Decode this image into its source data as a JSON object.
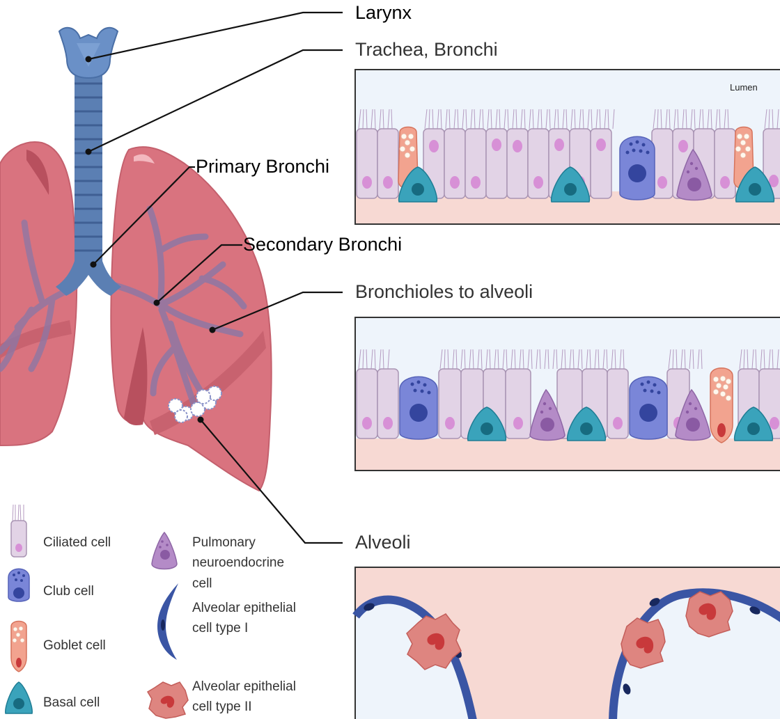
{
  "anatomy_labels": {
    "larynx": "Larynx",
    "trachea_bronchi": "Trachea, Bronchi",
    "primary_bronchi": "Primary Bronchi",
    "secondary_bronchi": "Secondary Bronchi",
    "bronchioles_to_alveoli": "Bronchioles to alveoli",
    "alveoli": "Alveoli"
  },
  "panel_labels": {
    "lumen": "Lumen"
  },
  "legend": {
    "ciliated": "Ciliated cell",
    "club": "Club cell",
    "goblet": "Goblet cell",
    "basal": "Basal cell",
    "pne_line1": "Pulmonary",
    "pne_line2": "neuroendocrine",
    "pne_line3": "cell",
    "at1_line1": "Alveolar epithelial",
    "at1_line2": "cell type I",
    "at2_line1": "Alveolar epithelial",
    "at2_line2": "cell type II"
  },
  "colors": {
    "lung": "#d9737f",
    "trachea": "#5b7fb3",
    "ciliated": "#e2d3e6",
    "club": "#7a86d8",
    "goblet": "#f2a38f",
    "basal": "#3aa3bb",
    "pne": "#b48bc7",
    "at1": "#3a55a4",
    "at2": "#de8580",
    "panel_bg": "#eef4fb",
    "basement": "#f7d9d3"
  }
}
